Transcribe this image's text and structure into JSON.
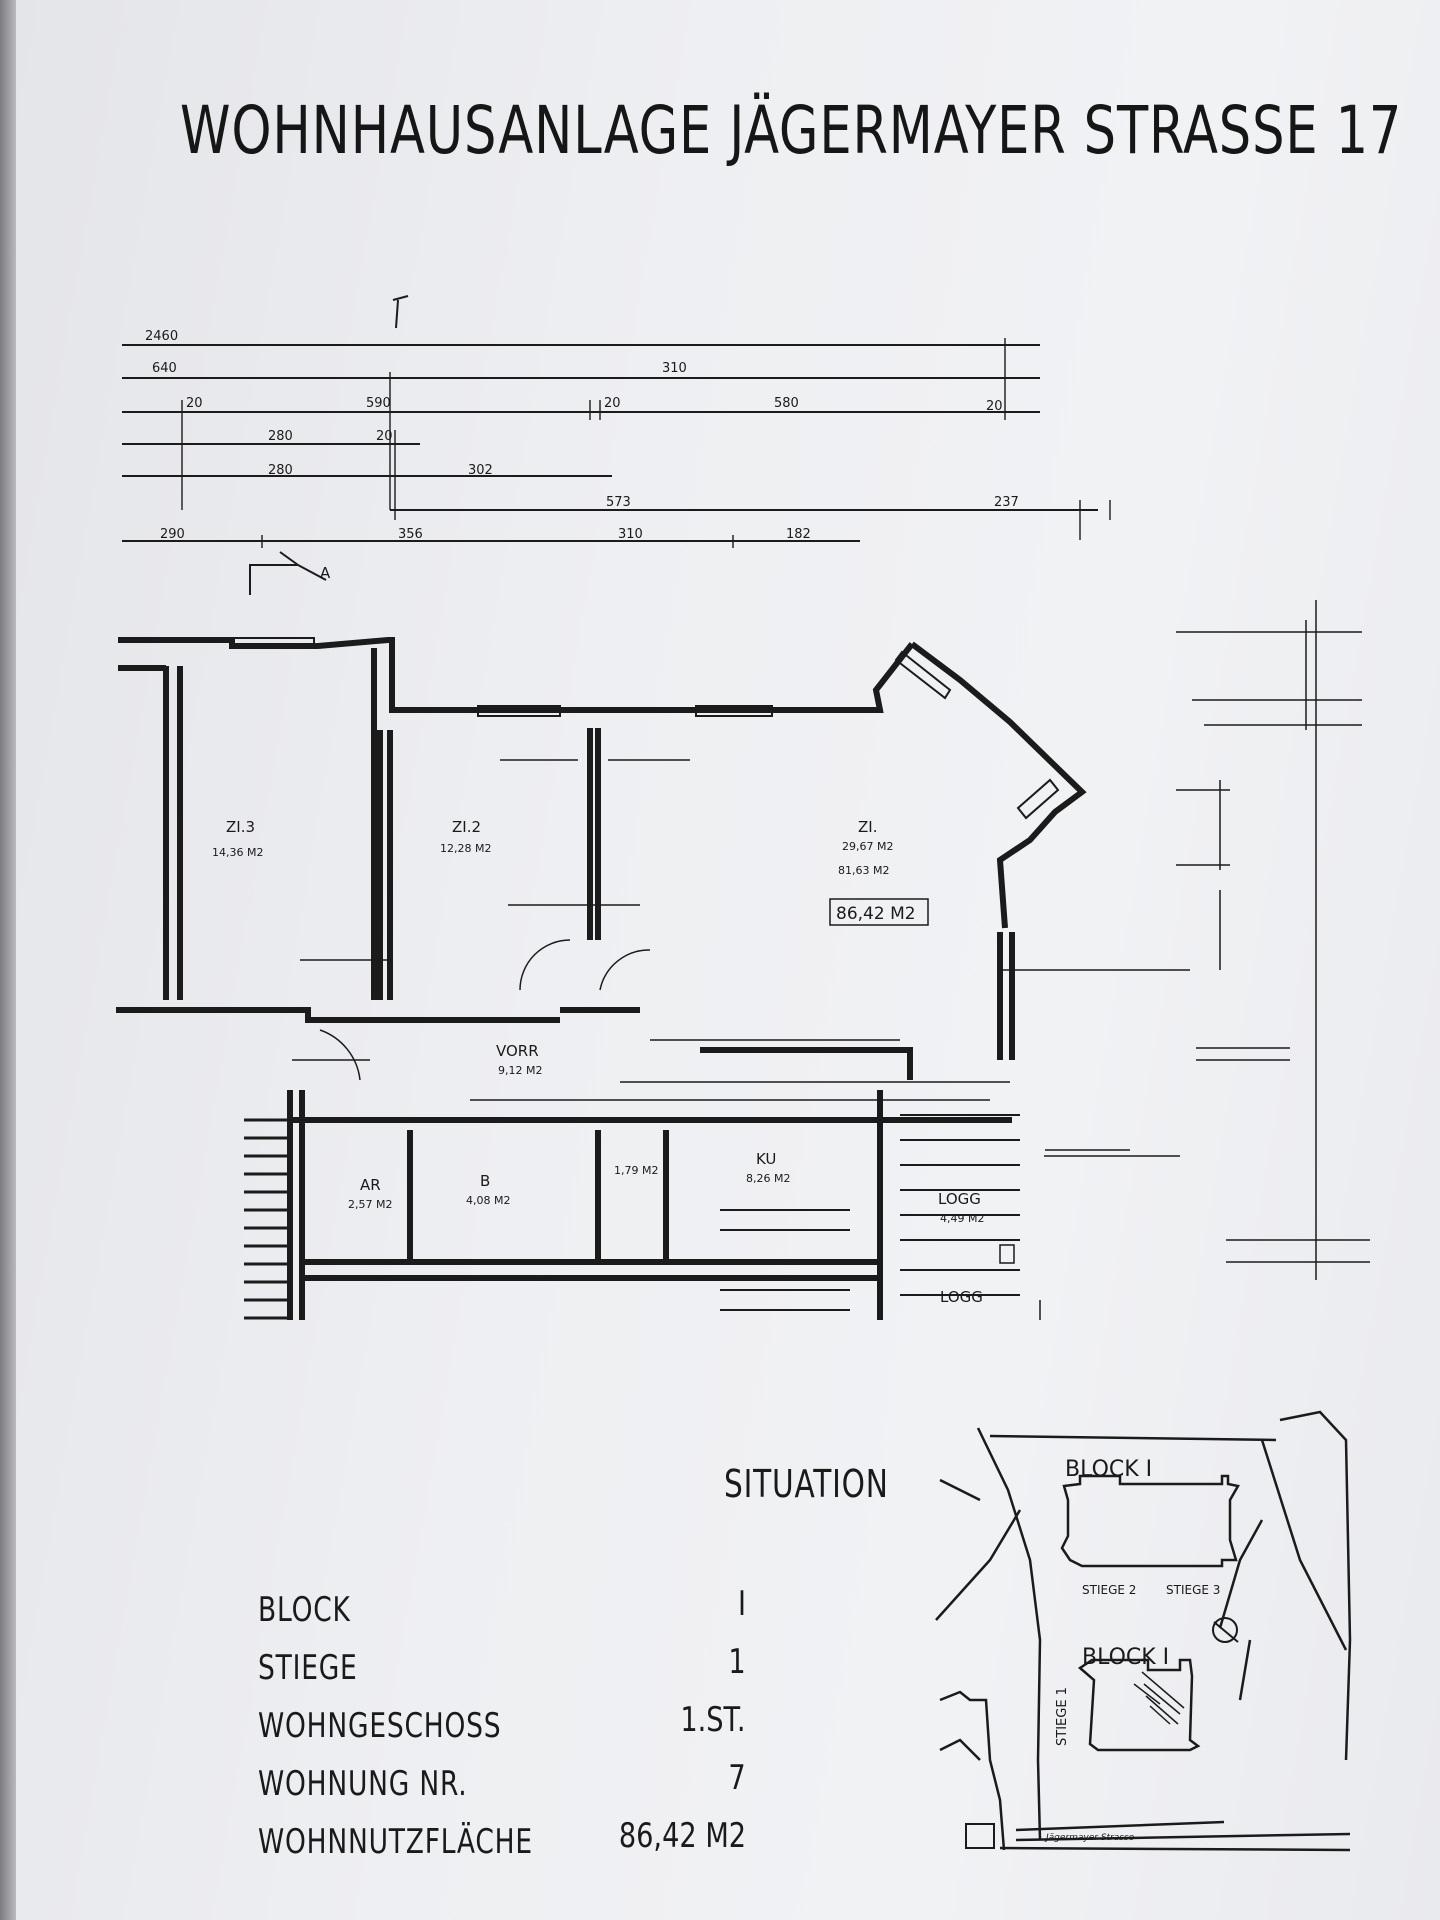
{
  "title": "WOHNHAUSANLAGE  JÄGERMAYER  STRASSE 17",
  "plan": {
    "dims_top": [
      "2460",
      "640",
      "310",
      "20",
      "590",
      "20",
      "580",
      "20",
      "280",
      "20",
      "280",
      "302",
      "573",
      "237",
      "290",
      "356",
      "310",
      "182"
    ],
    "section_marker": "A",
    "rooms": {
      "zi3": {
        "name": "ZI.3",
        "area": "14,36 M2"
      },
      "zi2": {
        "name": "ZI.2",
        "area": "12,28 M2"
      },
      "zi1": {
        "name": "ZI.",
        "area": "29,67 M2",
        "area2": "81,63 M2"
      },
      "vorr": {
        "name": "VORR",
        "area": "9,12 M2"
      },
      "ar": {
        "name": "AR",
        "area": "2,57 M2"
      },
      "b": {
        "name": "B",
        "area": "4,08 M2"
      },
      "wc": {
        "area": "1,79 M2"
      },
      "ku": {
        "name": "KU",
        "area": "8,26 M2"
      },
      "logg1": {
        "name": "LOGG",
        "area": "4,49 M2"
      },
      "logg2": {
        "name": "LOGG"
      }
    },
    "total_area": "86,42 M2"
  },
  "situation": {
    "title": "SITUATION",
    "block_top": "BLOCK I",
    "stiege2": "STIEGE 2",
    "stiege3": "STIEGE 3",
    "block_bottom": "BLOCK I",
    "stiege1": "STIEGE 1",
    "street": "Jägermayer Strasse"
  },
  "info": [
    {
      "label": "BLOCK",
      "value": "I"
    },
    {
      "label": "STIEGE",
      "value": "1"
    },
    {
      "label": "WOHNGESCHOSS",
      "value": "1.ST."
    },
    {
      "label": "WOHNUNG  NR.",
      "value": "7"
    },
    {
      "label": "WOHNNUTZFLÄCHE",
      "value": "86,42  M2"
    }
  ]
}
